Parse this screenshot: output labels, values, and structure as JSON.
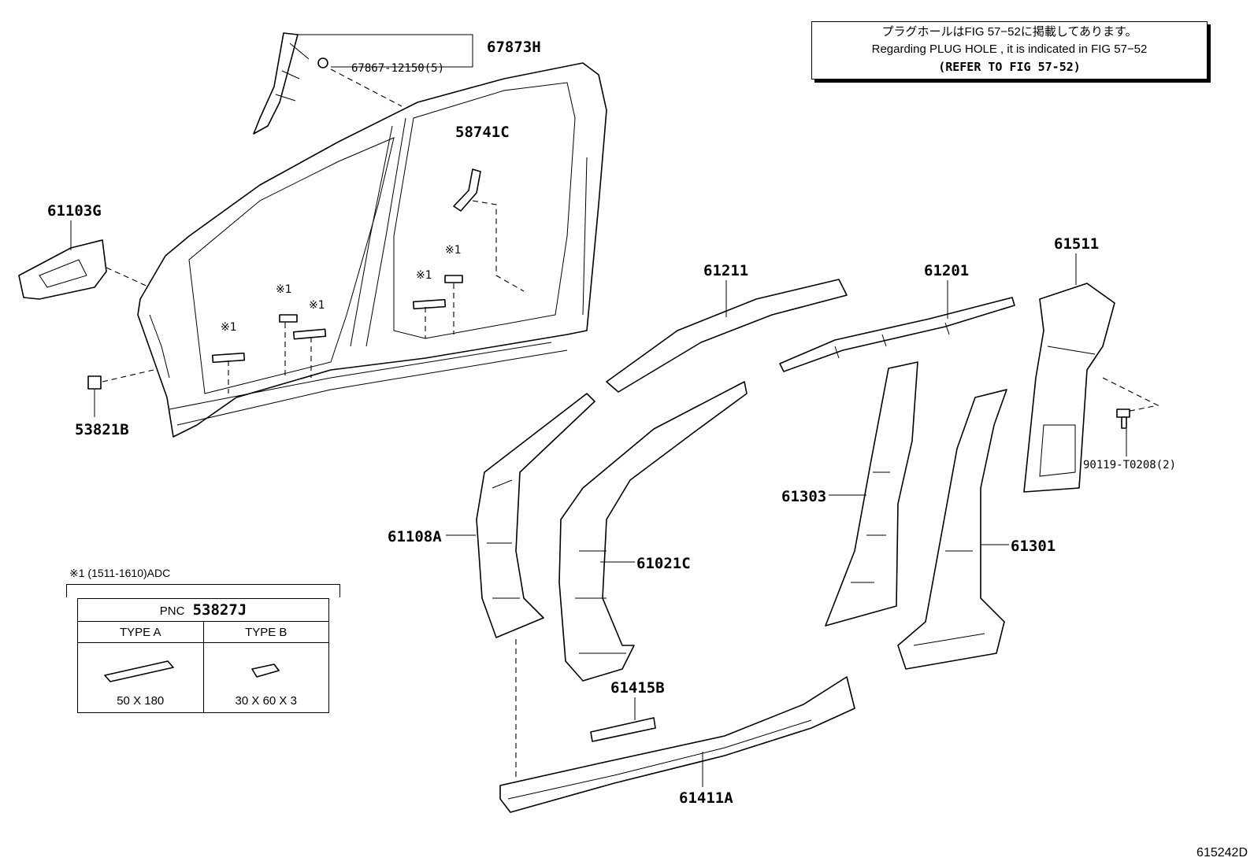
{
  "note": {
    "line1": "プラグホールはFIG 57−52に掲載してあります。",
    "line2": "Regarding PLUG HOLE , it is indicated in FIG 57−52",
    "line3": "(REFER TO FIG 57-52)"
  },
  "callouts": {
    "p67873H": "67873H",
    "p67867": "67867-12150(5)",
    "p58741C": "58741C",
    "p61103G": "61103G",
    "p53821B": "53821B",
    "p61211": "61211",
    "p61201": "61201",
    "p61511": "61511",
    "p90119": "90119-T0208(2)",
    "p61303": "61303",
    "p61301": "61301",
    "p61108A": "61108A",
    "p61021C": "61021C",
    "p61415B": "61415B",
    "p61411A": "61411A"
  },
  "marks": {
    "m1": "※1",
    "m2": "※1",
    "m3": "※1",
    "m4": "※1",
    "m5": "※1"
  },
  "pnc": {
    "title": "※1 (1511-1610)ADC",
    "label": "PNC",
    "number": "53827J",
    "type_a": "TYPE A",
    "type_b": "TYPE B",
    "size_a": "50 X 180",
    "size_b": "30 X 60 X 3"
  },
  "reference": "615242D"
}
